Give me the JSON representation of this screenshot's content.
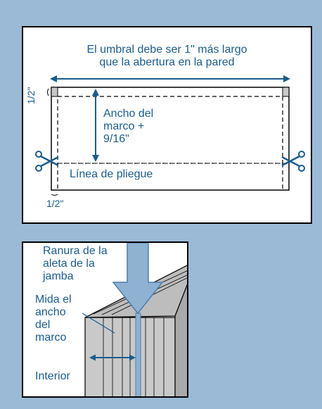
{
  "sill_diagram": {
    "title_line1": "El umbral debe ser 1\" más largo",
    "title_line2": "que la abertura en la pared",
    "margin_top": "1/2\"",
    "margin_bottom": "1/2\"",
    "frame_width_line1": "Ancho del",
    "frame_width_line2": "marco +",
    "frame_width_line3": "9/16\"",
    "fold_line": "Línea de pliegue"
  },
  "jamb_diagram": {
    "slot_line1": "Ranura de la",
    "slot_line2": "aleta de la",
    "slot_line3": "jamba",
    "measure_line1": "Mida el",
    "measure_line2": "ancho",
    "measure_line3": "del",
    "measure_line4": "marco",
    "interior": "Interior"
  },
  "colors": {
    "background": "#9bbad6",
    "label_text": "#1a5c8c",
    "guide_blue": "#4a7fae",
    "arrow_fill": "#8fb2d2",
    "board_gray": "#c9c9c9"
  }
}
